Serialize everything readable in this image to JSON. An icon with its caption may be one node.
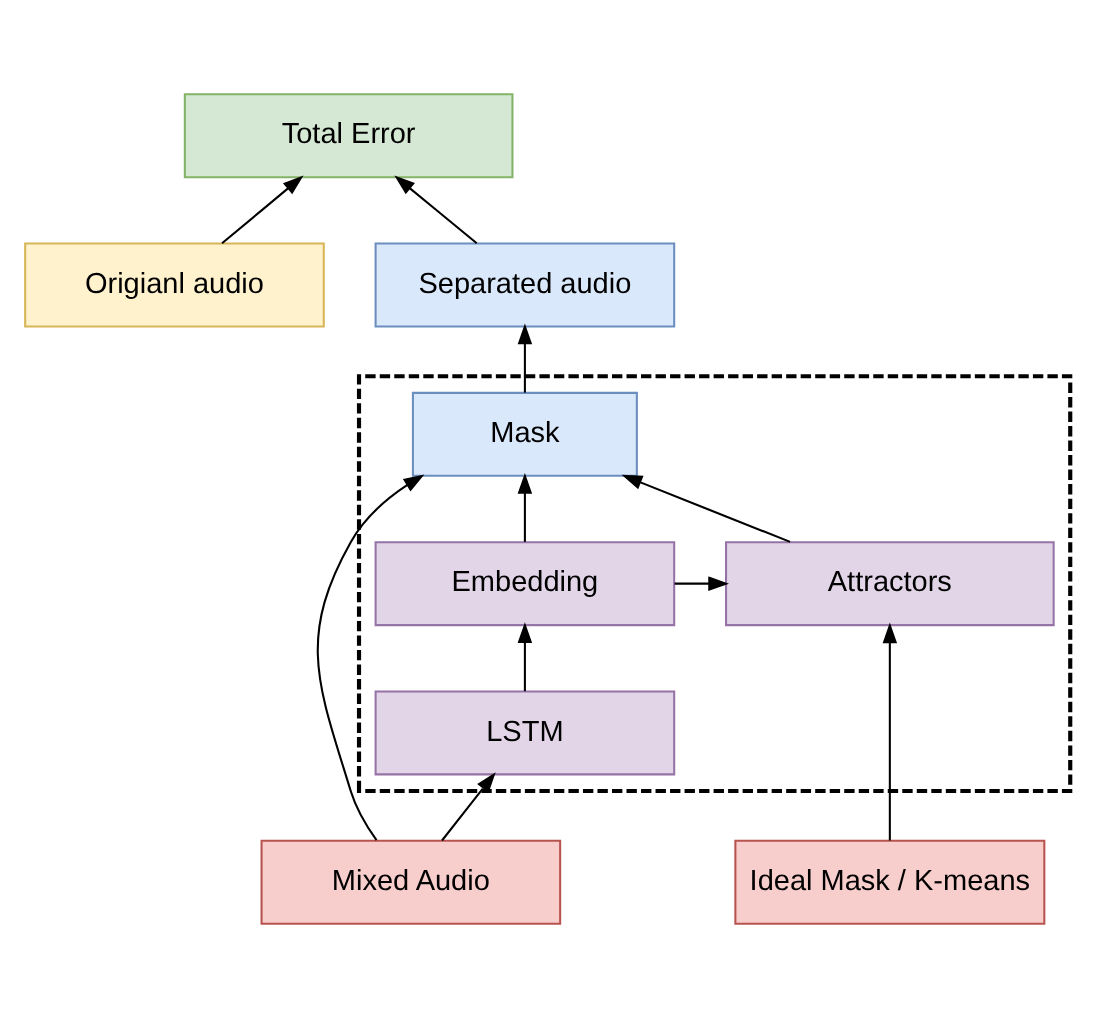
{
  "diagram": {
    "nodes": [
      {
        "text": [
          "Total Error"
        ]
      },
      {
        "text": [
          "Origianl audio"
        ]
      },
      {
        "text": [
          "Separated audio"
        ]
      },
      {
        "text": [],
        "shape": "box"
      },
      {
        "text": [
          "Mask"
        ],
        "in": 3
      },
      {
        "text": [
          "Attractors"
        ],
        "in": 3
      },
      {
        "text": [
          "Embedding"
        ],
        "in": 3
      },
      {
        "text": [
          "LSTM"
        ],
        "in": 3
      },
      {
        "text": [
          "Ideal Mask / K-means"
        ]
      },
      {
        "text": [
          "Mixed Audio"
        ]
      }
    ],
    "edges": [
      {
        "from": 1,
        "to": 0,
        "arrow": "to"
      },
      {
        "from": 2,
        "to": 0,
        "arrow": "to"
      },
      {
        "from": 4,
        "to": 2,
        "arrow": "to"
      },
      {
        "from": 5,
        "to": 4,
        "arrow": "to"
      },
      {
        "from": 6,
        "to": 4,
        "arrow": "to"
      },
      {
        "from": 9,
        "to": 4,
        "arrow": "to"
      },
      {
        "from": 6,
        "to": 5,
        "arrow": "to"
      },
      {
        "from": 7,
        "to": 6,
        "arrow": "to"
      },
      {
        "from": 8,
        "to": 5,
        "arrow": "to"
      },
      {
        "from": 9,
        "to": 7,
        "arrow": "to"
      }
    ]
  }
}
